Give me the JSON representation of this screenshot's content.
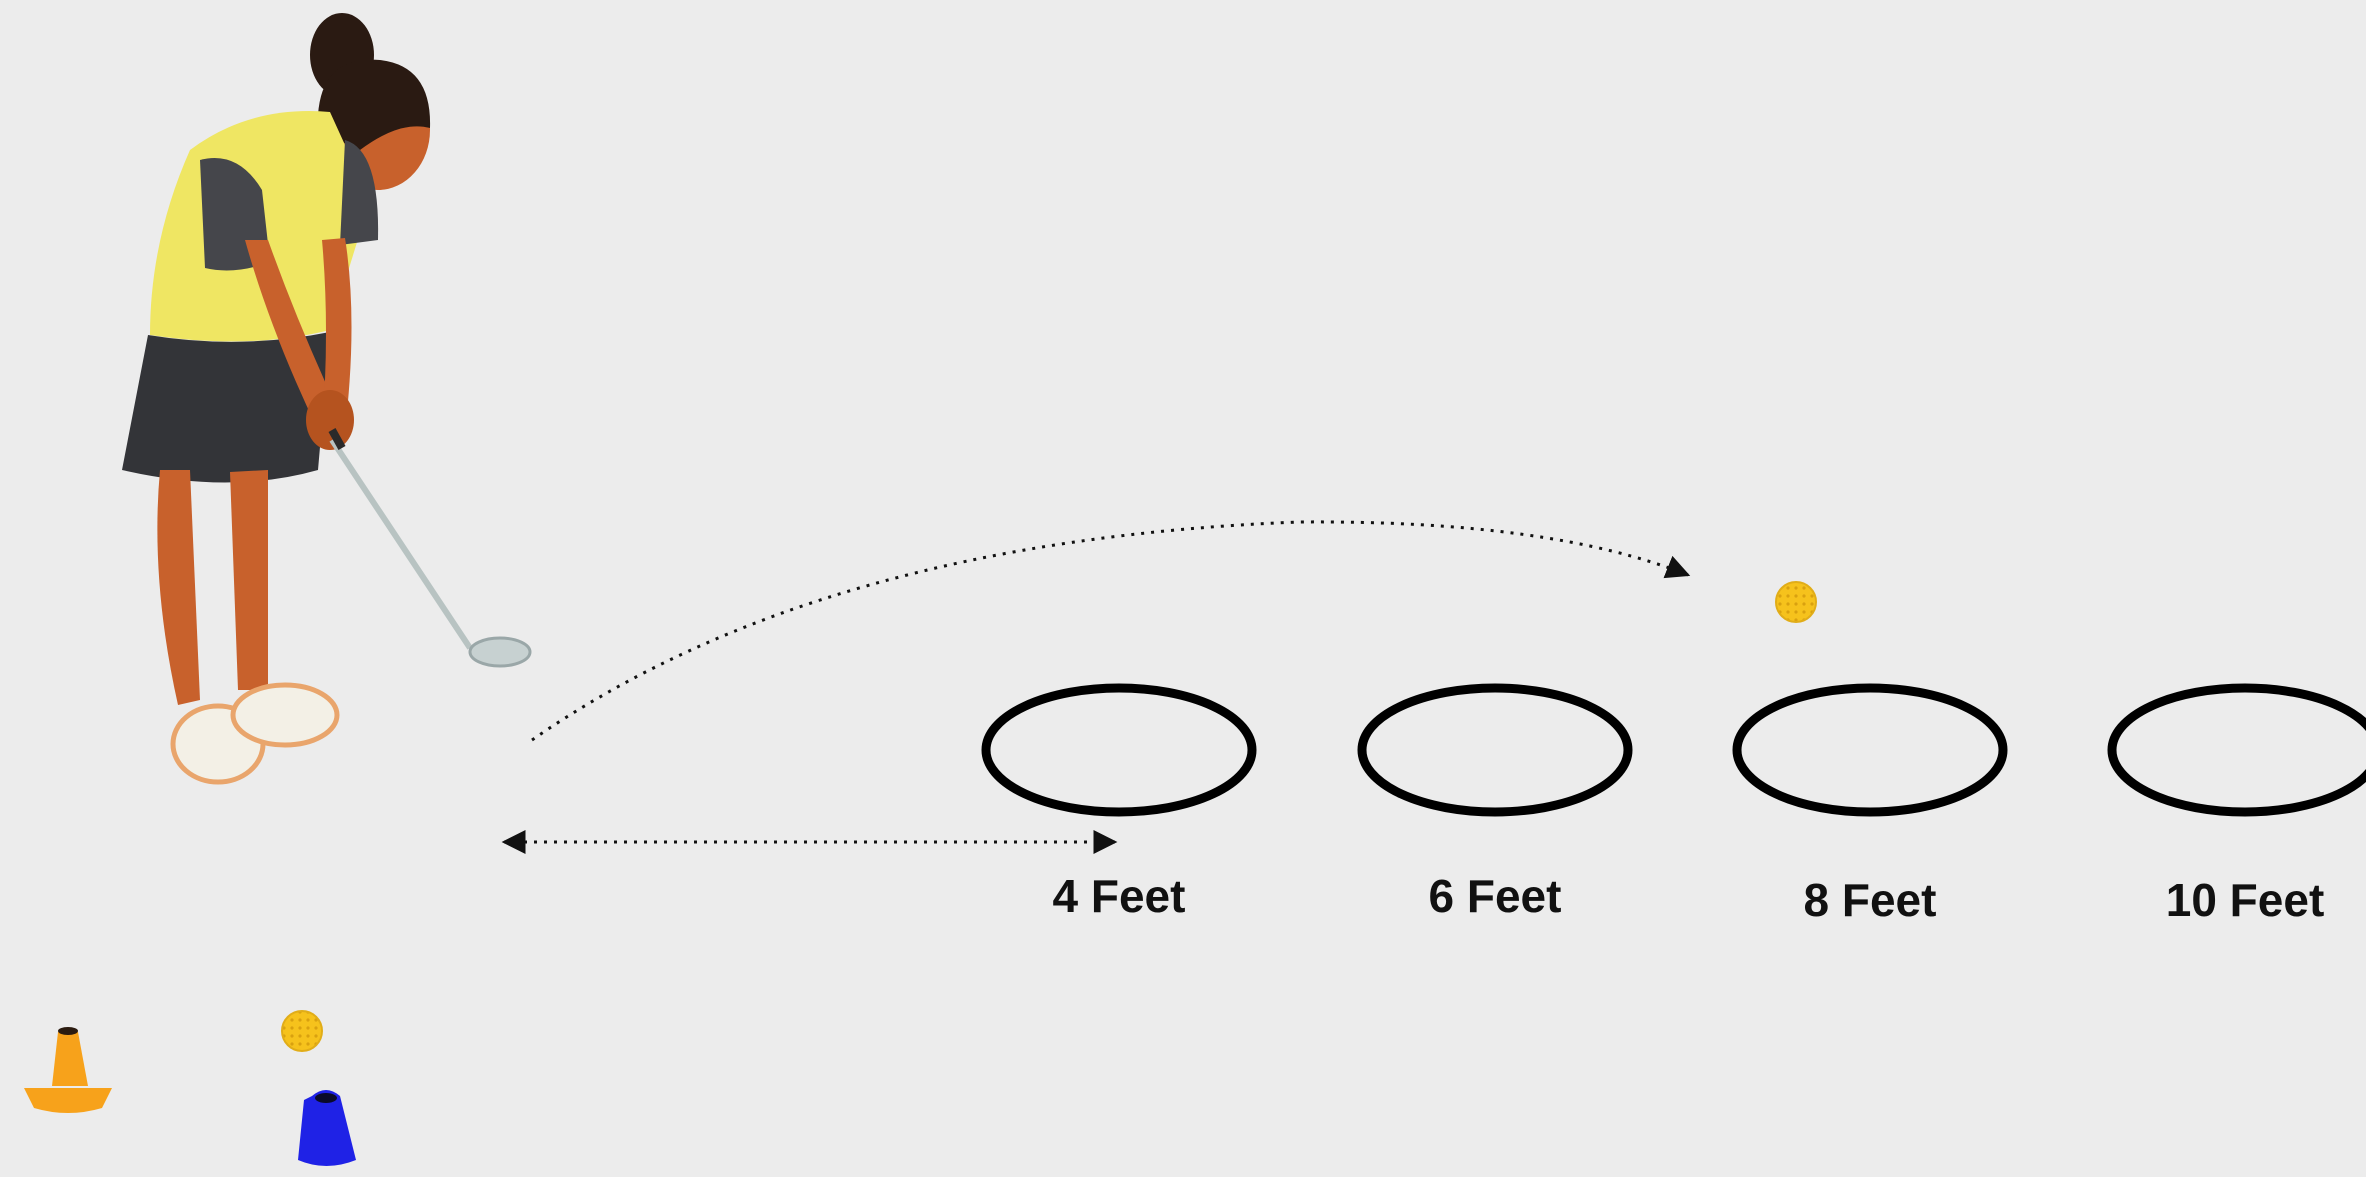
{
  "diagram": {
    "title": "",
    "background": "#ececec",
    "targets": [
      {
        "label": "4 Feet"
      },
      {
        "label": "6 Feet"
      },
      {
        "label": "8 Feet"
      },
      {
        "label": "10 Feet"
      }
    ],
    "golfer": {
      "icon": "golfer-icon",
      "shirt_color": "#efe663",
      "skirt_color": "#333438",
      "skin_color": "#c8612c"
    },
    "balls": {
      "icon": "golf-ball-icon",
      "color": "#f6c21c"
    },
    "cones": [
      {
        "icon": "orange-cone-icon",
        "color": "#f7a21b"
      },
      {
        "icon": "blue-cone-icon",
        "color": "#1f22e6"
      }
    ],
    "arrows": {
      "chip_path": "chip-trajectory-arrow",
      "distance": "distance-arrow"
    }
  }
}
